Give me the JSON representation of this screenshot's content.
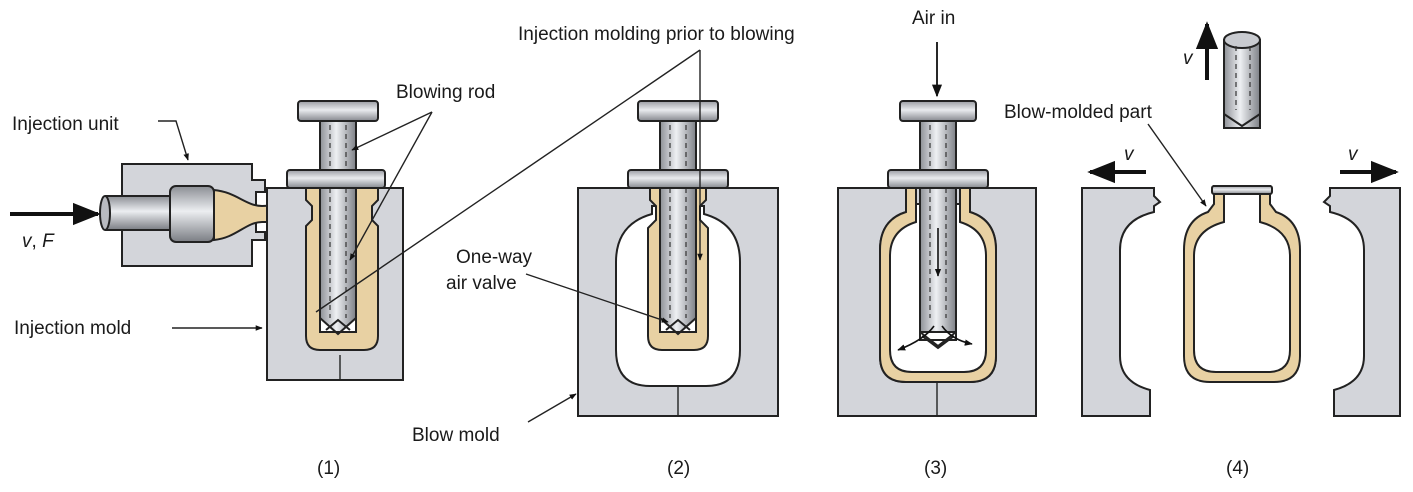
{
  "labels": {
    "injection_unit": "Injection unit",
    "v_f_v": "v",
    "v_f_sep": ", ",
    "v_f_f": "F",
    "injection_mold": "Injection mold",
    "blowing_rod": "Blowing rod",
    "injection_molding_prior": "Injection molding prior to blowing",
    "one_way_line1": "One-way",
    "one_way_line2": "air valve",
    "blow_mold": "Blow mold",
    "air_in": "Air in",
    "blow_molded_part": "Blow-molded part",
    "velocity_up": "v",
    "velocity_left": "v",
    "velocity_right": "v"
  },
  "steps": [
    "(1)",
    "(2)",
    "(3)",
    "(4)"
  ],
  "colors": {
    "mold": "#d3d5da",
    "plastic": "#e8d1a3",
    "rod": "#c9cbd0",
    "outline": "#222222"
  }
}
